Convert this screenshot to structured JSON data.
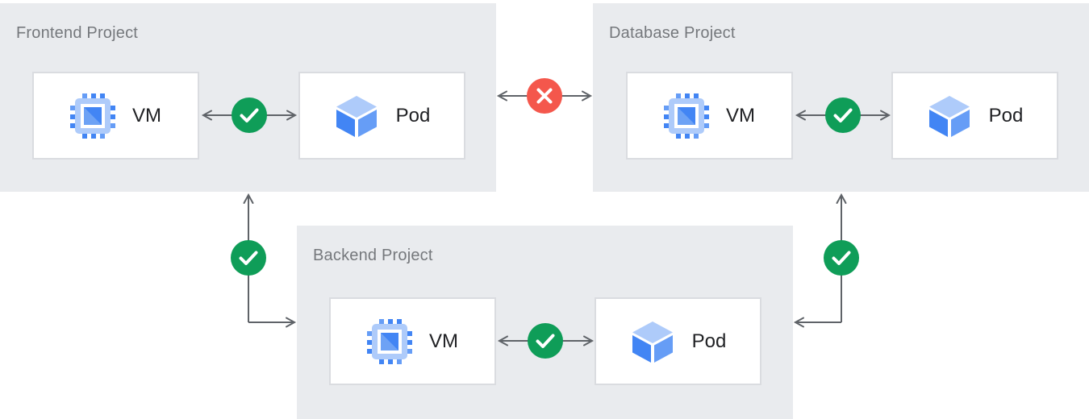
{
  "diagram": {
    "type": "network-policy-architecture",
    "projects": [
      {
        "id": "frontend",
        "title": "Frontend Project",
        "nodes": [
          {
            "icon": "vm-chip-icon",
            "label": "VM"
          },
          {
            "icon": "pod-cube-icon",
            "label": "Pod"
          }
        ],
        "internal_connection": {
          "between": [
            "VM",
            "Pod"
          ],
          "status": "allowed",
          "icon": "check-icon"
        }
      },
      {
        "id": "database",
        "title": "Database Project",
        "nodes": [
          {
            "icon": "vm-chip-icon",
            "label": "VM"
          },
          {
            "icon": "pod-cube-icon",
            "label": "Pod"
          }
        ],
        "internal_connection": {
          "between": [
            "VM",
            "Pod"
          ],
          "status": "allowed",
          "icon": "check-icon"
        }
      },
      {
        "id": "backend",
        "title": "Backend Project",
        "nodes": [
          {
            "icon": "vm-chip-icon",
            "label": "VM"
          },
          {
            "icon": "pod-cube-icon",
            "label": "Pod"
          }
        ],
        "internal_connection": {
          "between": [
            "VM",
            "Pod"
          ],
          "status": "allowed",
          "icon": "check-icon"
        }
      }
    ],
    "connections": [
      {
        "from": "frontend",
        "to": "database",
        "status": "blocked",
        "icon": "cross-icon",
        "style": "straight-double-arrow"
      },
      {
        "from": "frontend",
        "to": "backend",
        "status": "allowed",
        "icon": "check-icon",
        "style": "elbow-double-arrow"
      },
      {
        "from": "database",
        "to": "backend",
        "status": "allowed",
        "icon": "check-icon",
        "style": "elbow-double-arrow"
      }
    ],
    "colors": {
      "panel_bg": "#e9ebee",
      "card_bg": "#ffffff",
      "card_border": "#dadce0",
      "title_text": "#75787c",
      "node_label_text": "#202124",
      "arrow": "#5f6368",
      "allowed_green": "#0f9d58",
      "blocked_red": "#f4574c",
      "icon_blue_dark": "#4285f4",
      "icon_blue_mid": "#669df6",
      "icon_blue_light": "#aecbfa"
    }
  }
}
